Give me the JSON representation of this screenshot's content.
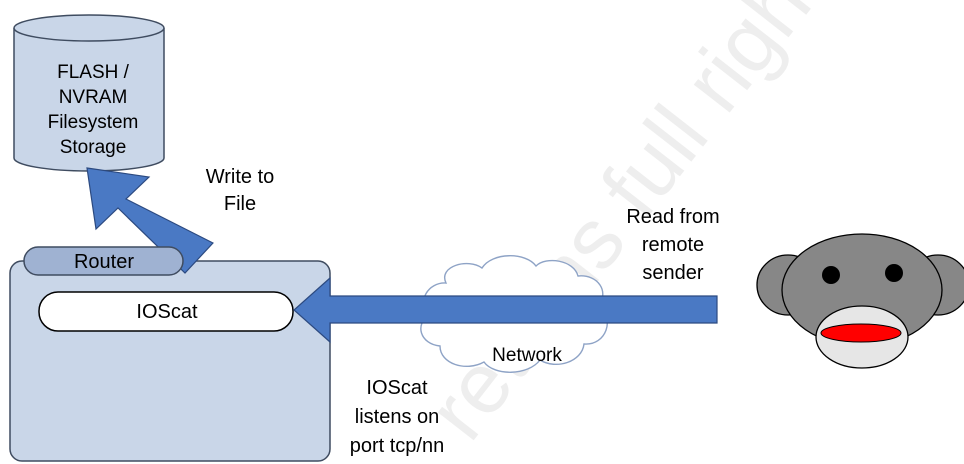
{
  "storage": {
    "line1": "FLASH /",
    "line2": "NVRAM",
    "line3": "Filesystem",
    "line4": "Storage"
  },
  "write_label": {
    "line1": "Write to",
    "line2": "File"
  },
  "router": {
    "label": "Router",
    "app_label": "IOScat"
  },
  "network": {
    "label": "Network"
  },
  "read_label": {
    "line1": "Read from",
    "line2": "remote",
    "line3": "sender"
  },
  "listen_label": {
    "line1": "IOScat",
    "line2": "listens on",
    "line3": "port tcp/nn"
  },
  "watermark": "retains full rights",
  "colors": {
    "box_fill": "#c9d6e8",
    "box_stroke": "#3f4c60",
    "arrow_fill": "#4a79c4",
    "arrow_stroke": "#2c4a80",
    "tab_fill": "#9fb2d2",
    "monkey_face": "#878787",
    "monkey_mouth": "#ff0000"
  }
}
